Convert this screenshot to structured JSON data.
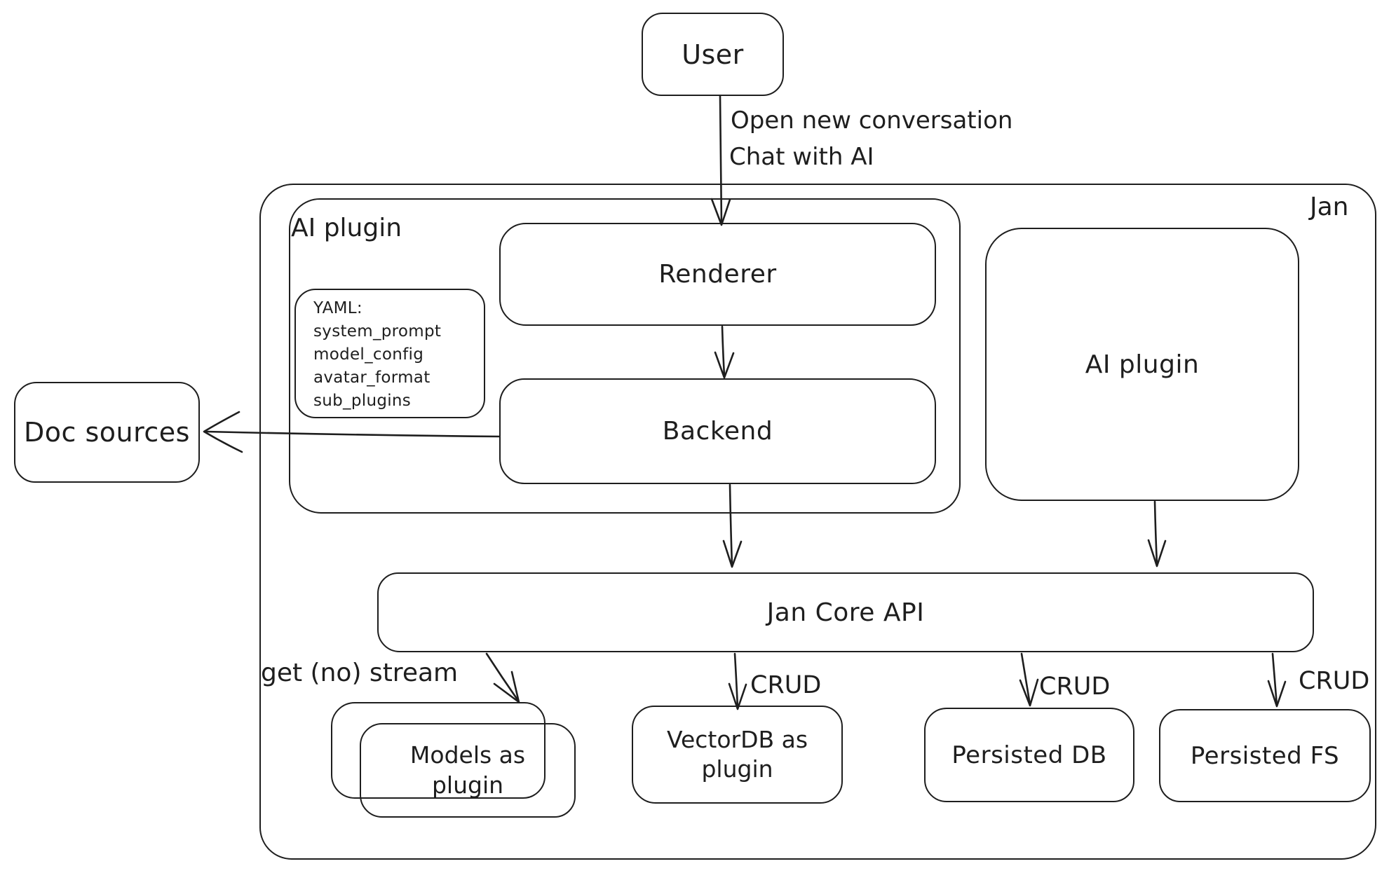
{
  "colors": {
    "stroke": "#1e1e1e",
    "background": "#ffffff"
  },
  "nodes": {
    "user": {
      "label": "User"
    },
    "jan_container": {
      "label": "Jan"
    },
    "ai_plugin_group": {
      "label": "AI plugin"
    },
    "yaml_note": {
      "lines": [
        "YAML:",
        "system_prompt",
        "model_config",
        "avatar_format",
        "sub_plugins"
      ]
    },
    "renderer": {
      "label": "Renderer"
    },
    "backend": {
      "label": "Backend"
    },
    "ai_plugin_right": {
      "label": "AI plugin"
    },
    "doc_sources": {
      "label": "Doc sources"
    },
    "jan_core_api": {
      "label": "Jan Core API"
    },
    "models_plugin": {
      "lines": [
        "Models as",
        "plugin"
      ]
    },
    "vectordb_plugin": {
      "lines": [
        "VectorDB as",
        "plugin"
      ]
    },
    "persisted_db": {
      "label": "Persisted DB"
    },
    "persisted_fs": {
      "label": "Persisted FS"
    }
  },
  "edges": {
    "user_to_renderer": {
      "labels": [
        "Open new conversation",
        "Chat with AI"
      ]
    },
    "core_to_models": {
      "label": "get (no) stream"
    },
    "core_to_vectordb": {
      "label": "CRUD"
    },
    "core_to_persisted_db": {
      "label": "CRUD"
    },
    "core_to_persisted_fs": {
      "label": "CRUD"
    }
  }
}
